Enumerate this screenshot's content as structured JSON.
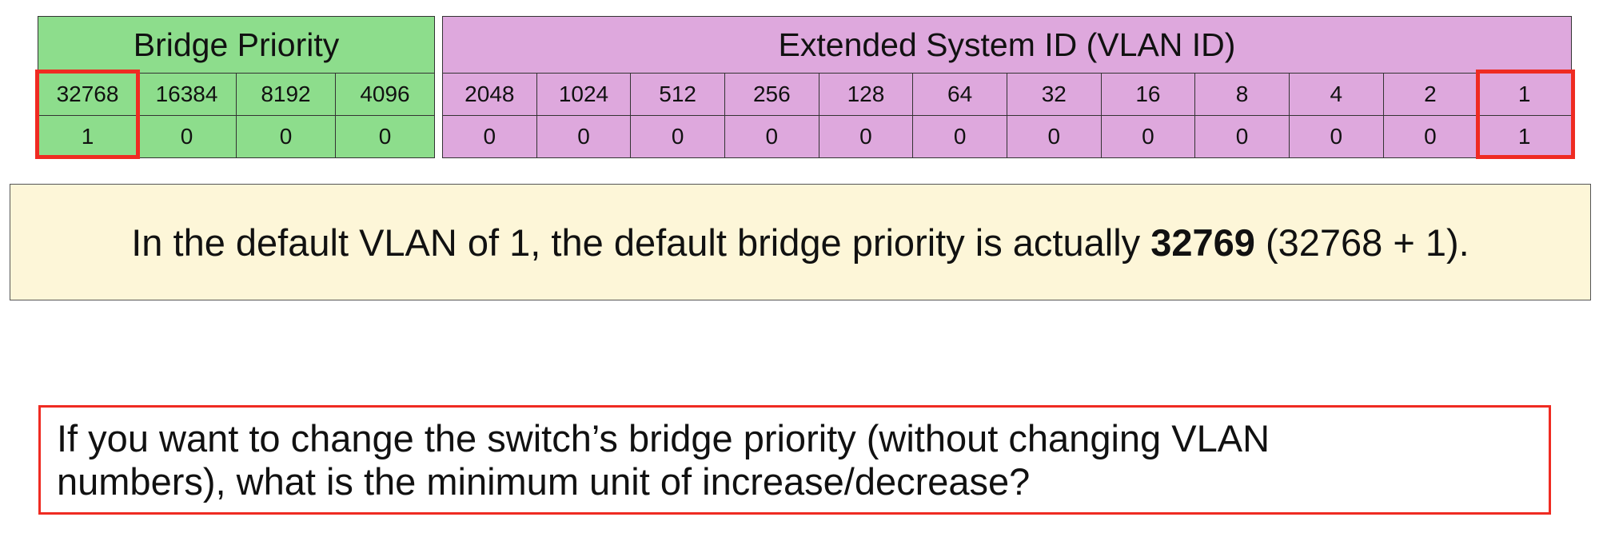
{
  "bridge_priority": {
    "header": "Bridge Priority",
    "bit_values": [
      "32768",
      "16384",
      "8192",
      "4096"
    ],
    "bits": [
      "1",
      "0",
      "0",
      "0"
    ]
  },
  "extended_system_id": {
    "header": "Extended System ID (VLAN ID)",
    "bit_values": [
      "2048",
      "1024",
      "512",
      "256",
      "128",
      "64",
      "32",
      "16",
      "8",
      "4",
      "2",
      "1"
    ],
    "bits": [
      "0",
      "0",
      "0",
      "0",
      "0",
      "0",
      "0",
      "0",
      "0",
      "0",
      "0",
      "1"
    ]
  },
  "highlight_color": "#ef2b22",
  "colors": {
    "bridge_priority_fill": "#8ddd8c",
    "extended_system_id_fill": "#dea8dd",
    "note_fill": "#fdf6d8"
  },
  "note": {
    "prefix": "In the default VLAN of 1, the default bridge priority is actually ",
    "bold": "32769",
    "suffix": " (32768 + 1)."
  },
  "question": "If you want to change the switch’s bridge priority (without changing VLAN\nnumbers), what is the minimum unit of increase/decrease?"
}
